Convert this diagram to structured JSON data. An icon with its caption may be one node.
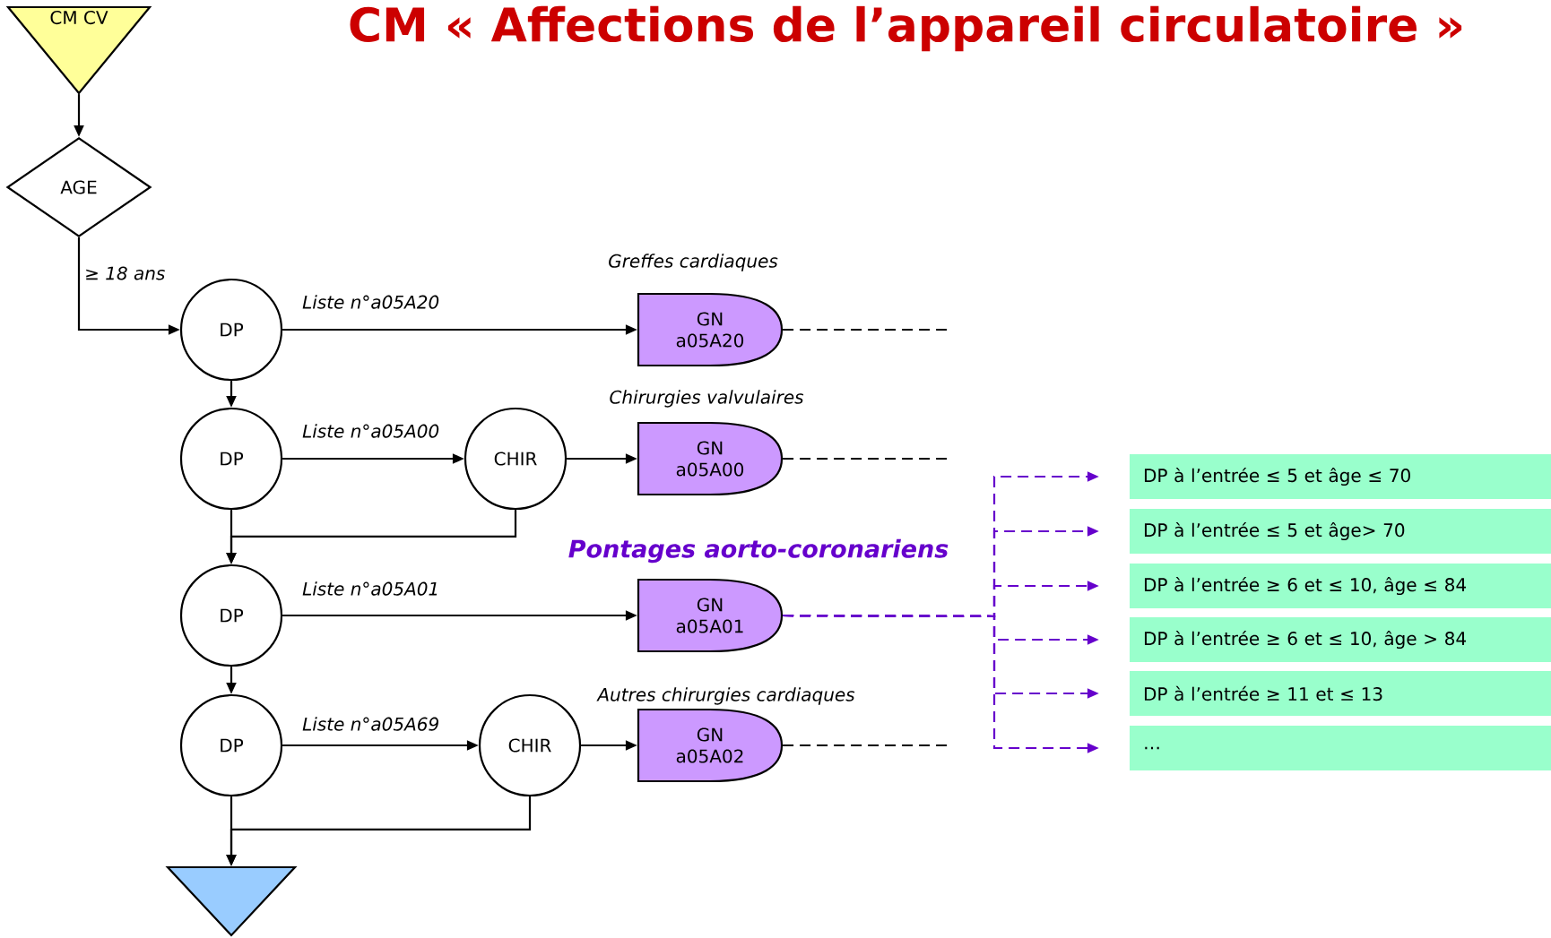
{
  "diagram": {
    "title": "CM « Affections de l’appareil circulatoire »",
    "nodes": [
      {
        "text": [
          "CM CV"
        ]
      },
      {
        "text": [
          "AGE"
        ]
      },
      {
        "text": [
          "DP"
        ]
      },
      {
        "text": [
          "GN a05A20"
        ],
        "beside": [
          "Greffes cardiaques"
        ]
      },
      {
        "text": [
          "DP"
        ]
      },
      {
        "text": [
          "CHIR"
        ]
      },
      {
        "text": [
          "GN a05A00"
        ],
        "beside": [
          "Chirurgies valvulaires"
        ]
      },
      {
        "text": [
          "DP"
        ]
      },
      {
        "text": [
          "GN a05A01"
        ],
        "beside": [
          "Pontages aorto-coronariens"
        ]
      },
      {
        "text": [
          "DP"
        ]
      },
      {
        "text": [
          "CHIR"
        ]
      },
      {
        "text": [
          "GN a05A02"
        ],
        "beside": [
          "Autres chirurgies cardiaques"
        ]
      },
      {
        "text": [],
        "shape": "triangle"
      },
      {
        "text": [
          "DP à l’entrée ≤ 5 et âge ≤ 70"
        ]
      },
      {
        "text": [
          "DP à l’entrée ≤ 5 et âge> 70"
        ]
      },
      {
        "text": [
          "DP à l’entrée ≥ 6 et ≤ 10, âge ≤ 84"
        ]
      },
      {
        "text": [
          "DP à l’entrée ≥ 6 et ≤ 10, âge > 84"
        ]
      },
      {
        "text": [
          "DP à l’entrée ≥ 11 et ≤ 13"
        ]
      },
      {
        "text": [
          "…"
        ]
      }
    ],
    "edges": [
      {
        "from": 0,
        "to": 1,
        "arrow": "to"
      },
      {
        "from": 1,
        "to": 2,
        "arrow": "to",
        "label": "≥ 18 ans"
      },
      {
        "from": 2,
        "to": 3,
        "arrow": "to",
        "label": "Liste n°a05A20"
      },
      {
        "from": 3,
        "to": null,
        "arrow": "none",
        "style": "dashed"
      },
      {
        "from": 2,
        "to": 4,
        "arrow": "to"
      },
      {
        "from": 4,
        "to": 5,
        "arrow": "to",
        "label": "Liste n°a05A00"
      },
      {
        "from": 5,
        "to": 6,
        "arrow": "to"
      },
      {
        "from": 6,
        "to": null,
        "arrow": "none",
        "style": "dashed"
      },
      {
        "from": 4,
        "to": 7,
        "arrow": "to"
      },
      {
        "from": 5,
        "to": 7,
        "arrow": "to"
      },
      {
        "from": 7,
        "to": 8,
        "arrow": "to",
        "label": "Liste n°a05A01"
      },
      {
        "from": 8,
        "to": 13,
        "arrow": "to",
        "style": "dashed",
        "color": "#6600cc"
      },
      {
        "from": 8,
        "to": 14,
        "arrow": "to",
        "style": "dashed",
        "color": "#6600cc"
      },
      {
        "from": 8,
        "to": 15,
        "arrow": "to",
        "style": "dashed",
        "color": "#6600cc"
      },
      {
        "from": 8,
        "to": 16,
        "arrow": "to",
        "style": "dashed",
        "color": "#6600cc"
      },
      {
        "from": 8,
        "to": 17,
        "arrow": "to",
        "style": "dashed",
        "color": "#6600cc"
      },
      {
        "from": 8,
        "to": 18,
        "arrow": "to",
        "style": "dashed",
        "color": "#6600cc"
      },
      {
        "from": 7,
        "to": 9,
        "arrow": "to"
      },
      {
        "from": 9,
        "to": 10,
        "arrow": "to",
        "label": "Liste n°a05A69"
      },
      {
        "from": 10,
        "to": 11,
        "arrow": "to"
      },
      {
        "from": 11,
        "to": null,
        "arrow": "none",
        "style": "dashed"
      },
      {
        "from": 9,
        "to": 12,
        "arrow": "to"
      },
      {
        "from": 10,
        "to": 12,
        "arrow": "to"
      }
    ]
  }
}
